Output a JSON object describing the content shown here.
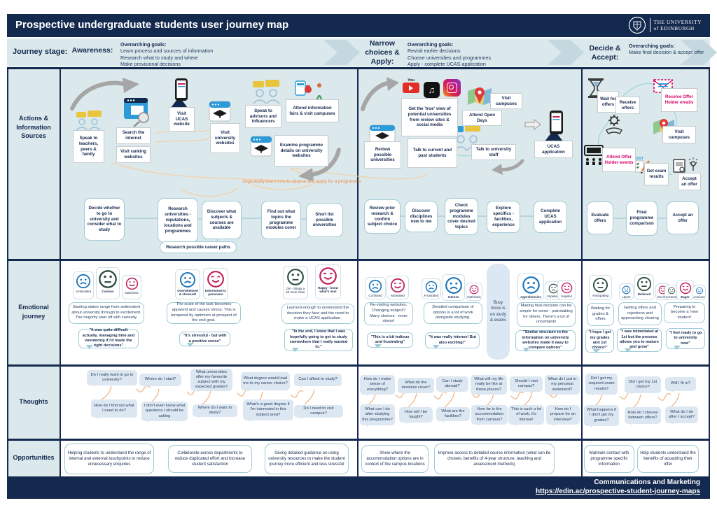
{
  "header": {
    "title": "Prospective undergraduate students user journey map",
    "university_line1": "THE UNIVERSITY",
    "university_line2": "of EDINBURGH"
  },
  "stage_row": {
    "label": "Journey stage:",
    "goals_heading": "Overarching goals:",
    "awareness": {
      "name": "Awareness:",
      "goal1": "Learn process and sources of information",
      "goal2": "Research what to study and where",
      "goal3": "Make provisional decisions"
    },
    "narrow": {
      "name": "Narrow choices & Apply:",
      "goal1": "Revisit earlier decisions",
      "goal2": "Choose universities and programmes",
      "goal3": "Apply - complete UCAS application"
    },
    "decide": {
      "name": "Decide & Accept:",
      "goal1": "Make final decision & accept offer"
    }
  },
  "sidebar": {
    "actions": "Actions & Information Sources",
    "emotional": "Emotional journey",
    "thoughts": "Thoughts",
    "opportunities": "Opportunities"
  },
  "actions": {
    "awareness": {
      "speak_teachers": "Speak to teachers, peers & family",
      "search_internet": "Search the internet",
      "visit_ranking": "Visit ranking websites",
      "visit_ucas": "Visit UCAS website",
      "visit_uni_sites": "Visit university websites",
      "speak_advisors": "Speak to advisors and influencers",
      "attend_fairs": "Attend information fairs & visit campuses",
      "examine_programme": "Examine programme details on university websites",
      "organic_note": "Organically learn how to choose and apply for a programme",
      "flow": [
        "Decide whether to go to university and consider what to study",
        "Research universities - reputations, locations and programmes",
        "Discover what subjects & courses are available",
        "Find out what topics the programme modules cover",
        "Short list possible universities"
      ],
      "career_paths": "Research possible career paths"
    },
    "narrow": {
      "true_view": "Get the 'true' view of potential universities from review sites & social media",
      "visit_campuses": "Visit campuses",
      "open_days": "Attend Open Days",
      "review_unis": "Review possible universities",
      "talk_students": "Talk to current and past students",
      "talk_staff": "Talk to university staff",
      "ucas_app": "UCAS application",
      "flow": [
        "Review prior research & confirm subject choice",
        "Discover disciplines new to me",
        "Check programme modules cover desired topics",
        "Explore specifics - facilities, experience",
        "Complete UCAS application"
      ]
    },
    "decide": {
      "wait_offers": "Wait for offers",
      "receive_offers": "Receive offers",
      "offer_emails": "Receive Offer Holder emails",
      "visit_campuses": "Visit campuses",
      "offer_events": "Attend Offer Holder events",
      "exam_results": "Get exam results",
      "accept_offer": "Accept an offer",
      "flow": [
        "Evaluate offers",
        "Final programme comparison",
        "Accept an offer"
      ]
    }
  },
  "emotional": {
    "awareness": {
      "g1": {
        "f1": "Ambivalent",
        "f2": "Curious",
        "f3": "Optimistic",
        "desc": "Starting states range from ambivalent about university through to excitement. The majority start off with curiosity.",
        "quote": "\"It was quite difficult actually, managing time and wondering if I'd made the right decisions\""
      },
      "g2": {
        "f1": "Overwhelmed & stressed!",
        "f2": "Determined to persevere",
        "desc": "The scale of the task becomes apparent and causes stress. This is tempered by optimism at prospect of the end goal.",
        "quote": "\"It's stressful - but with a positive sense\""
      },
      "g3": {
        "f1": "OK - things a bit more clear",
        "f2": "Happy - know what's next",
        "desc": "Learned enough to understand the decision they face and the need to make a UCAS application.",
        "quote": "\"In the end, I knew that I was hopefully going to get to study somewhere that I really wanted to.\""
      }
    },
    "narrow": {
      "g1": {
        "f1": "Confused",
        "f2": "Motivated",
        "desc": "Re-visiting websites. Changing subject? Many choices - more stress!",
        "quote": "\"This is a bit tedious and frustrating\""
      },
      "g2": {
        "f1": "Frustrated",
        "f2": "Intense",
        "f3": "Optimistic",
        "desc": "Detailed comparison of options is a lot of work alongside studying.",
        "quote": "\"It was really intense! But also exciting!\""
      },
      "busy": "Busy focus is on study & exams"
    },
    "decide": {
      "g1": {
        "f1": "Apprehensive",
        "f2": "Impatient",
        "f3": "Hopeful",
        "desc": "Making final decision can be simple for some - painstaking for others. There's a lot of uncertainty",
        "quote": "\"Similar structure to the information on university websites made it easy to compare options\""
      },
      "g2": {
        "f1": "Anticipating",
        "desc": "Waiting for grades & offers",
        "quote": "\"I hope I get my grades and 1st choice!\""
      },
      "g3": {
        "f1": "Upset",
        "f2": "Relieved",
        "f3": "Excited",
        "desc": "Getting offers and rejections and approaching clearing",
        "quote": "\"I was intimidated at 1st but the process allows you to mature and grow\""
      },
      "g4": {
        "f1": "Content",
        "f2": "Eager",
        "f3": "Anxious",
        "desc": "Preparing to become a 'new student'",
        "quote": "\"I feel ready to go to university now\""
      }
    }
  },
  "thoughts": {
    "awareness": [
      "Do I really want to go to university?",
      "How do I find out what I need to do?",
      "Where do I start?",
      "I don't even know what questions I should be asking",
      "What universities offer my favourite subject with my expected grades?",
      "Where do I want to study?",
      "What degree would lead me to my career choice?",
      "What's a good degree if I'm interested in this subject area?",
      "Can I afford to study?",
      "Do I need to visit campus?"
    ],
    "narrow": [
      "How do I make sense of everything?",
      "What can I do after studying this programme?",
      "What do the modules cover?",
      "How will I be taught?",
      "Can I study abroad?",
      "What are the facilities?",
      "What will my life really be like at these places?",
      "How far is the accommodation from campus?",
      "Should I visit campus?",
      "This is such a lot of work, it's intense!",
      "What do I put in my personal statement?",
      "How do I prepare for an interview?"
    ],
    "decide": [
      "Did I get my required exam results?",
      "What happens if I don't get my grades?",
      "Did I get my 1st choice?",
      "How do I choose between offers?",
      "Will I fit in?",
      "What do I do after I accept?"
    ]
  },
  "opportunities": [
    "Helping students to understand the range of internal and external touchpoints to reduce unnecessary enquiries",
    "Collaborate across departments to reduce duplicated effort and increase student satisfaction",
    "Giving detailed guidance on using university resources to make the student journey more efficient and less stressful",
    "Show where the accommodation options are in context of the campus locations",
    "Improve access to detailed course information (what can be chosen, benefits of 4-year structure, teaching and assessment methods)",
    "Maintain contact with programme specific information",
    "Help students understand the benefits of accepting their offer"
  ],
  "footer": {
    "org": "Communications and Marketing",
    "link": "https://edin.ac/prospective-student-journey-maps"
  },
  "colors": {
    "navy": "#14294e",
    "band_blue": "#dbe8ec",
    "pink": "#d4006a",
    "orange": "#ef8b42",
    "face_blue": "#1b75bb",
    "face_green": "#2c4f3e",
    "face_red": "#c2225c"
  }
}
